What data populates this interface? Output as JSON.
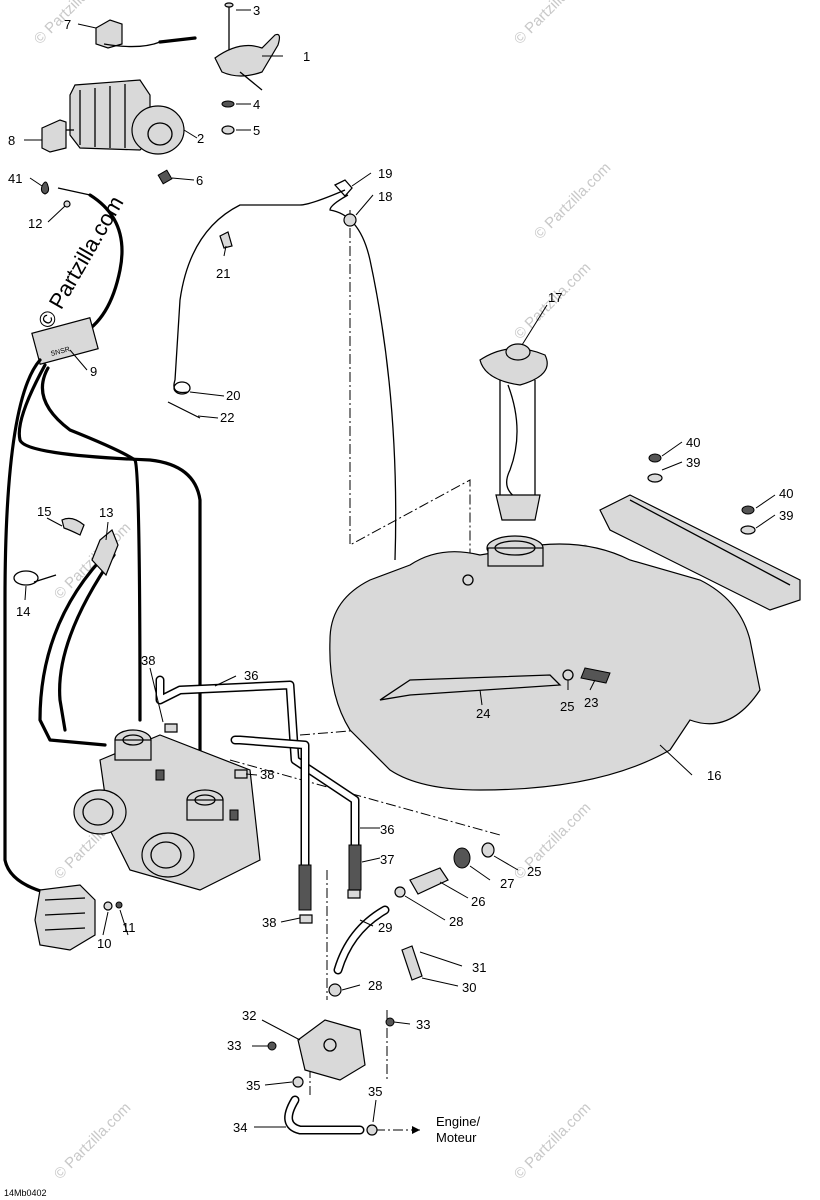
{
  "watermark": "© Partzilla.com",
  "diagram_id": "14Mb0402",
  "engine_label_1": "Engine/",
  "engine_label_2": "Moteur",
  "connector_text": "SNSR",
  "callouts": [
    {
      "label": "1"
    },
    {
      "label": "2"
    },
    {
      "label": "3"
    },
    {
      "label": "4"
    },
    {
      "label": "5"
    },
    {
      "label": "6"
    },
    {
      "label": "7"
    },
    {
      "label": "8"
    },
    {
      "label": "9"
    },
    {
      "label": "10"
    },
    {
      "label": "11"
    },
    {
      "label": "12"
    },
    {
      "label": "13"
    },
    {
      "label": "14"
    },
    {
      "label": "15"
    },
    {
      "label": "16"
    },
    {
      "label": "17"
    },
    {
      "label": "18"
    },
    {
      "label": "19"
    },
    {
      "label": "20"
    },
    {
      "label": "21"
    },
    {
      "label": "22"
    },
    {
      "label": "23"
    },
    {
      "label": "24"
    },
    {
      "label": "25"
    },
    {
      "label": "25"
    },
    {
      "label": "26"
    },
    {
      "label": "27"
    },
    {
      "label": "28"
    },
    {
      "label": "28"
    },
    {
      "label": "29"
    },
    {
      "label": "30"
    },
    {
      "label": "31"
    },
    {
      "label": "32"
    },
    {
      "label": "33"
    },
    {
      "label": "33"
    },
    {
      "label": "34"
    },
    {
      "label": "35"
    },
    {
      "label": "35"
    },
    {
      "label": "36"
    },
    {
      "label": "36"
    },
    {
      "label": "37"
    },
    {
      "label": "38"
    },
    {
      "label": "38"
    },
    {
      "label": "38"
    },
    {
      "label": "39"
    },
    {
      "label": "39"
    },
    {
      "label": "40"
    },
    {
      "label": "40"
    },
    {
      "label": "41"
    }
  ]
}
